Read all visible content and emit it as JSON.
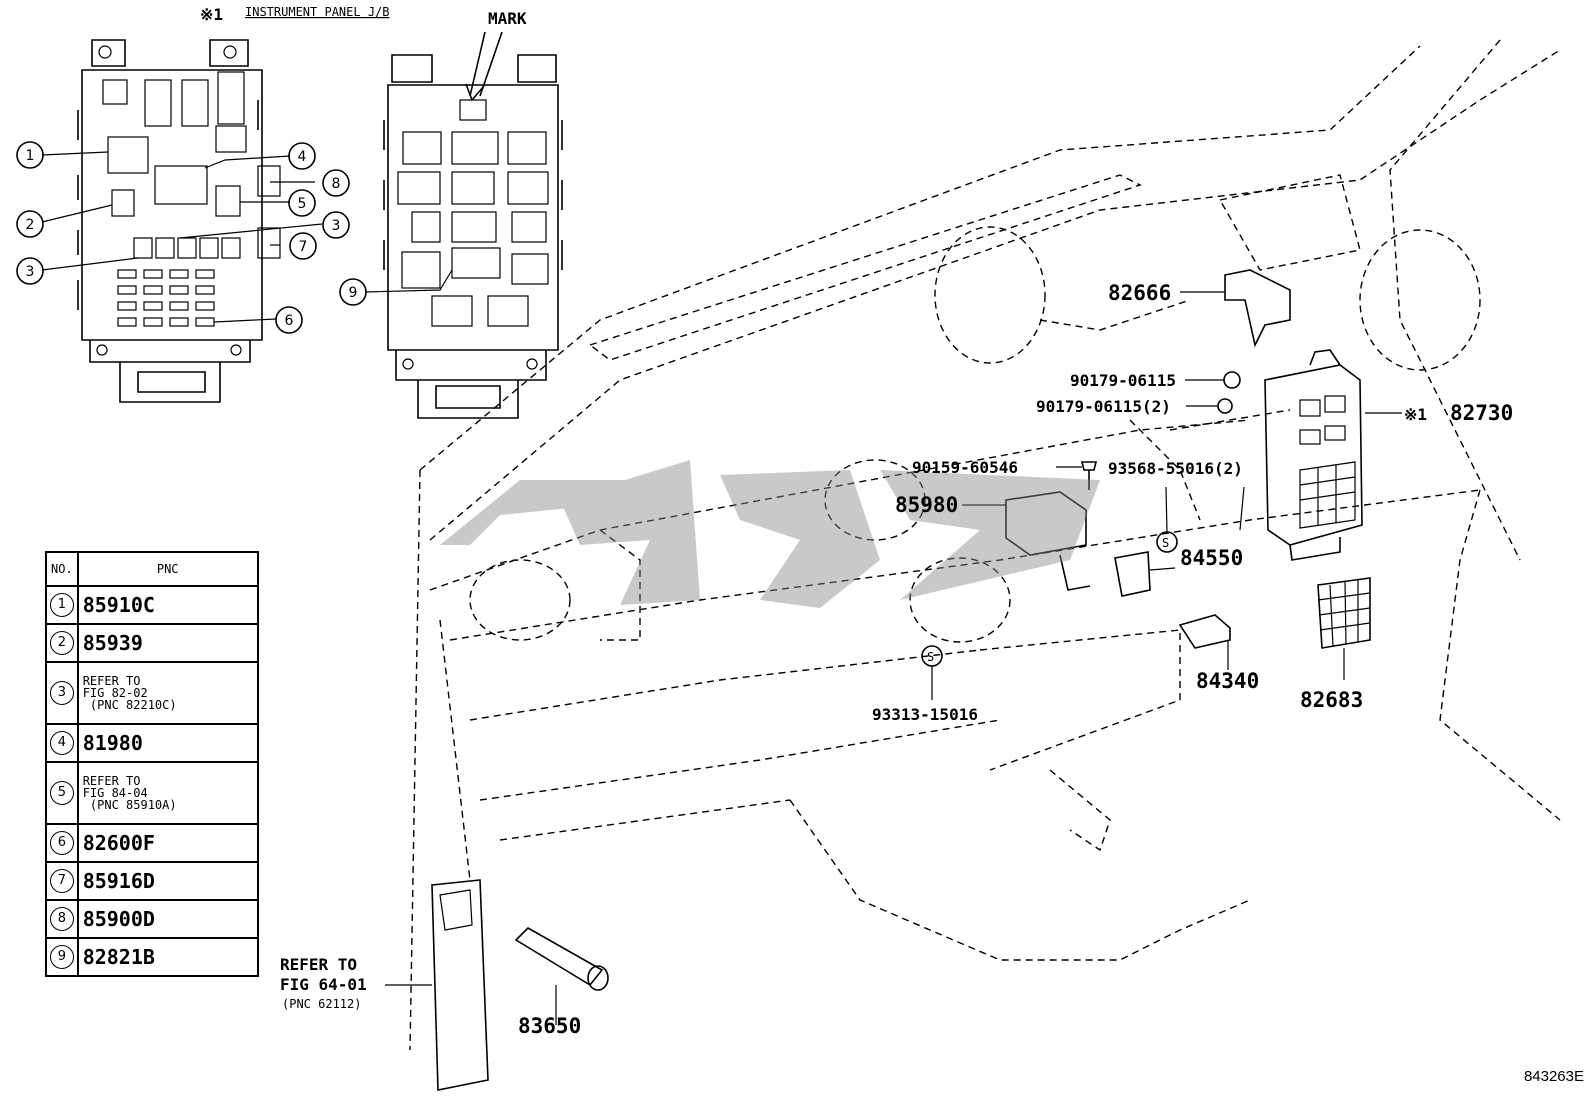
{
  "header": {
    "ref_mark": "※1",
    "ref_caption": "INSTRUMENT PANEL J/B",
    "mark_label": "MARK"
  },
  "callouts": {
    "p82666": "82666",
    "p90179a": "90179-06115",
    "p90179b": "90179-06115(2)",
    "p82730_mark": "※1",
    "p82730": "82730",
    "p90159": "90159-60546",
    "p93568": "93568-55016(2)",
    "p85980": "85980",
    "p84550": "84550",
    "p84340": "84340",
    "p82683": "82683",
    "p93313": "93313-15016",
    "p83650": "83650",
    "refer_line1": "REFER TO",
    "refer_line2": "FIG 64-01",
    "refer_line3": "(PNC 62112)"
  },
  "jb_callouts": [
    "1",
    "2",
    "3",
    "3",
    "4",
    "5",
    "6",
    "7",
    "8",
    "9"
  ],
  "table": {
    "col_no": "NO.",
    "col_pnc": "PNC",
    "rows": [
      {
        "no": "1",
        "pnc": "85910C"
      },
      {
        "no": "2",
        "pnc": "85939"
      },
      {
        "no": "3",
        "pnc": "REFER TO\nFIG 82-02\n (PNC 82210C)"
      },
      {
        "no": "4",
        "pnc": "81980"
      },
      {
        "no": "5",
        "pnc": "REFER TO\nFIG 84-04\n (PNC 85910A)"
      },
      {
        "no": "6",
        "pnc": "82600F"
      },
      {
        "no": "7",
        "pnc": "85916D"
      },
      {
        "no": "8",
        "pnc": "85900D"
      },
      {
        "no": "9",
        "pnc": "82821B"
      }
    ]
  },
  "figure_code": "843263E"
}
